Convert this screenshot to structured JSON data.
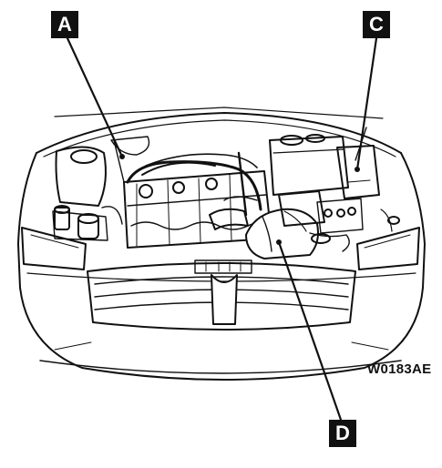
{
  "callouts": {
    "a": "A",
    "c": "C",
    "d": "D"
  },
  "figure_code": "W0183AE",
  "colors": {
    "ink": "#111111",
    "paper": "#ffffff"
  }
}
